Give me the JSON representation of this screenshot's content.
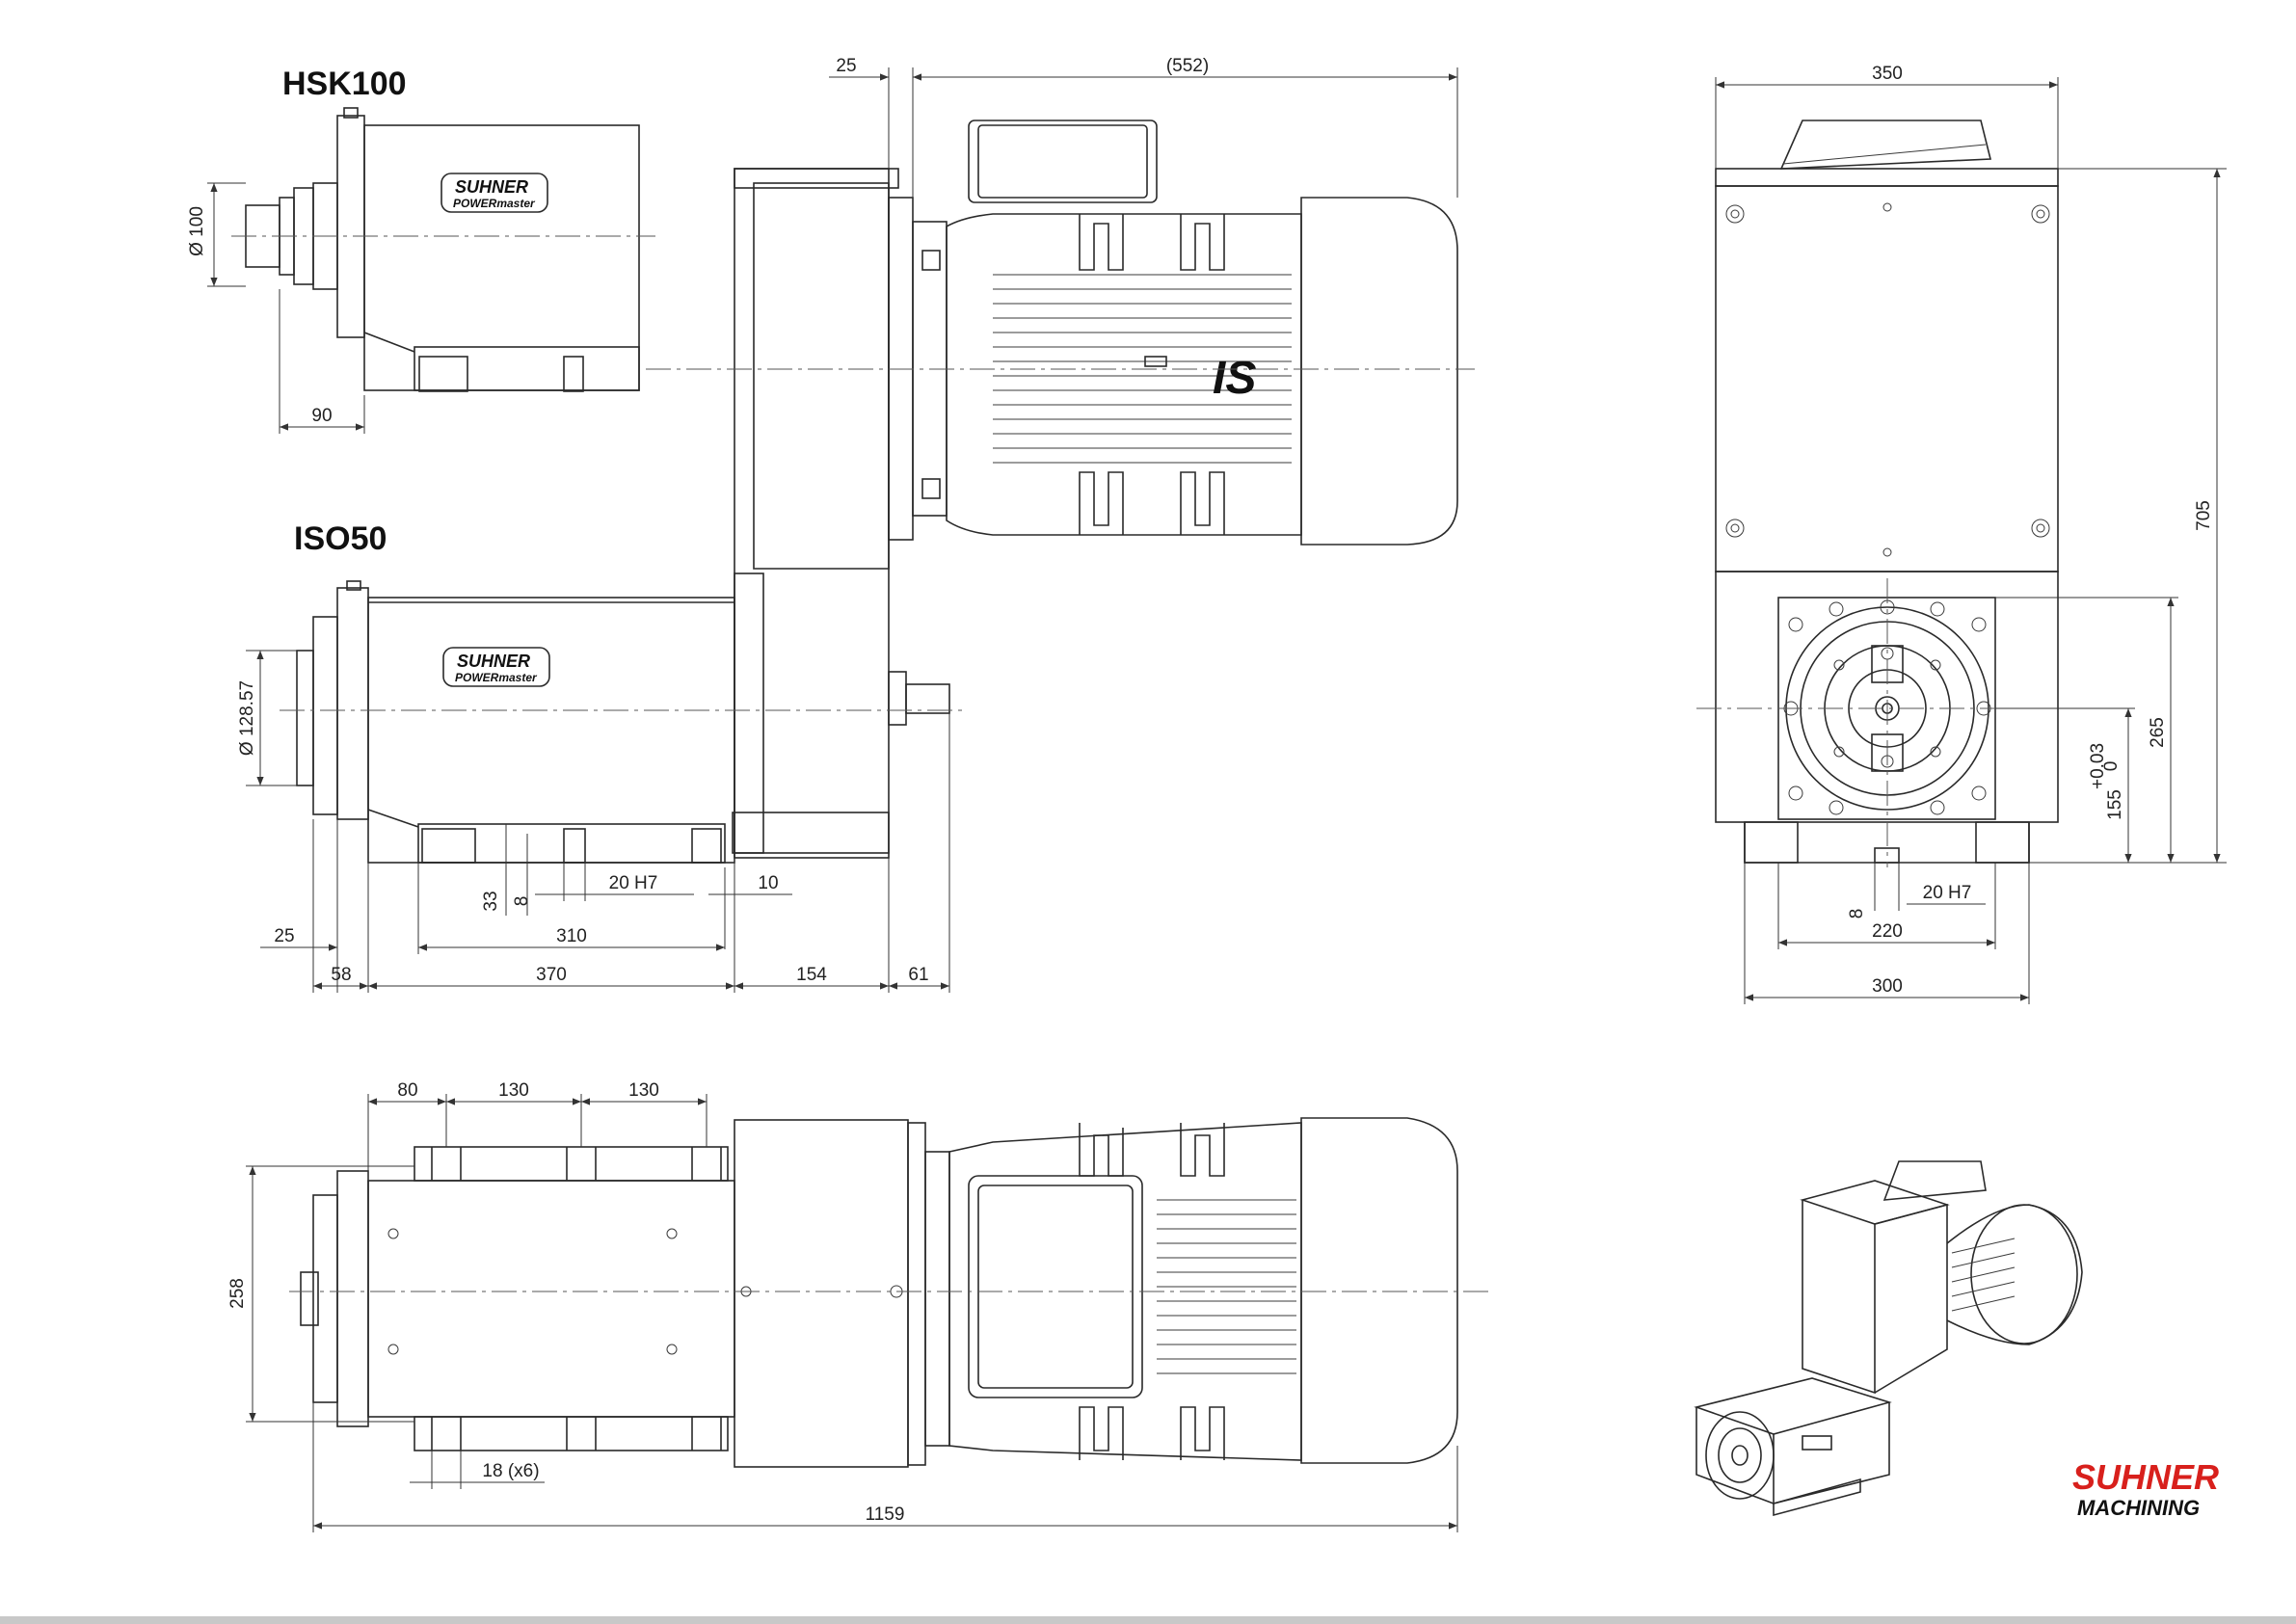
{
  "views": {
    "hsk_title": "HSK100",
    "iso_title": "ISO50"
  },
  "badge": {
    "line1": "SUHNER",
    "line2": "POWERmaster"
  },
  "motor_mark": "IS",
  "logo": {
    "line1": "SUHNER",
    "line2": "MACHINING"
  },
  "dimensions": {
    "hsk_diameter": "Ø 100",
    "hsk_length": "90",
    "iso_diameter": "Ø 128.57",
    "d25_top": "25",
    "d552": "(552)",
    "d33": "33",
    "d8": "8",
    "d20h7": "20 H7",
    "d10": "10",
    "d25_side": "25",
    "d310": "310",
    "d58": "58",
    "d370": "370",
    "d154": "154",
    "d61": "61",
    "d80": "80",
    "d130a": "130",
    "d130b": "130",
    "d258": "258",
    "d18x6": "18 (x6)",
    "d1159": "1159",
    "d350": "350",
    "d705": "705",
    "d265": "265",
    "d155": "155",
    "d155_tol_upper": "+0.03",
    "d155_tol_lower": "0",
    "d20h7_front": "20 H7",
    "d8_front": "8",
    "d220": "220",
    "d300": "300"
  }
}
